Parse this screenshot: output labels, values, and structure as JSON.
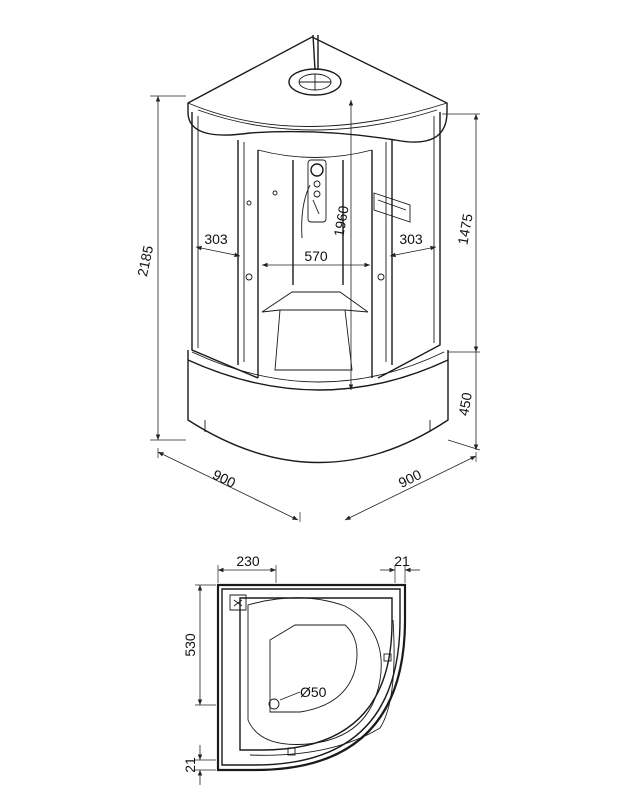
{
  "front_view": {
    "height_total": "2185",
    "height_cabin": "1960",
    "height_panel": "1475",
    "height_tray": "450",
    "width_left": "900",
    "width_right": "900",
    "door_width": "570",
    "side_left": "303",
    "side_right": "303"
  },
  "plan_view": {
    "top_width": "230",
    "top_right": "21",
    "left_height": "530",
    "bottom_left": "21",
    "drain": "Ø50"
  },
  "colors": {
    "line": "#1a1a1a",
    "background": "#ffffff"
  }
}
